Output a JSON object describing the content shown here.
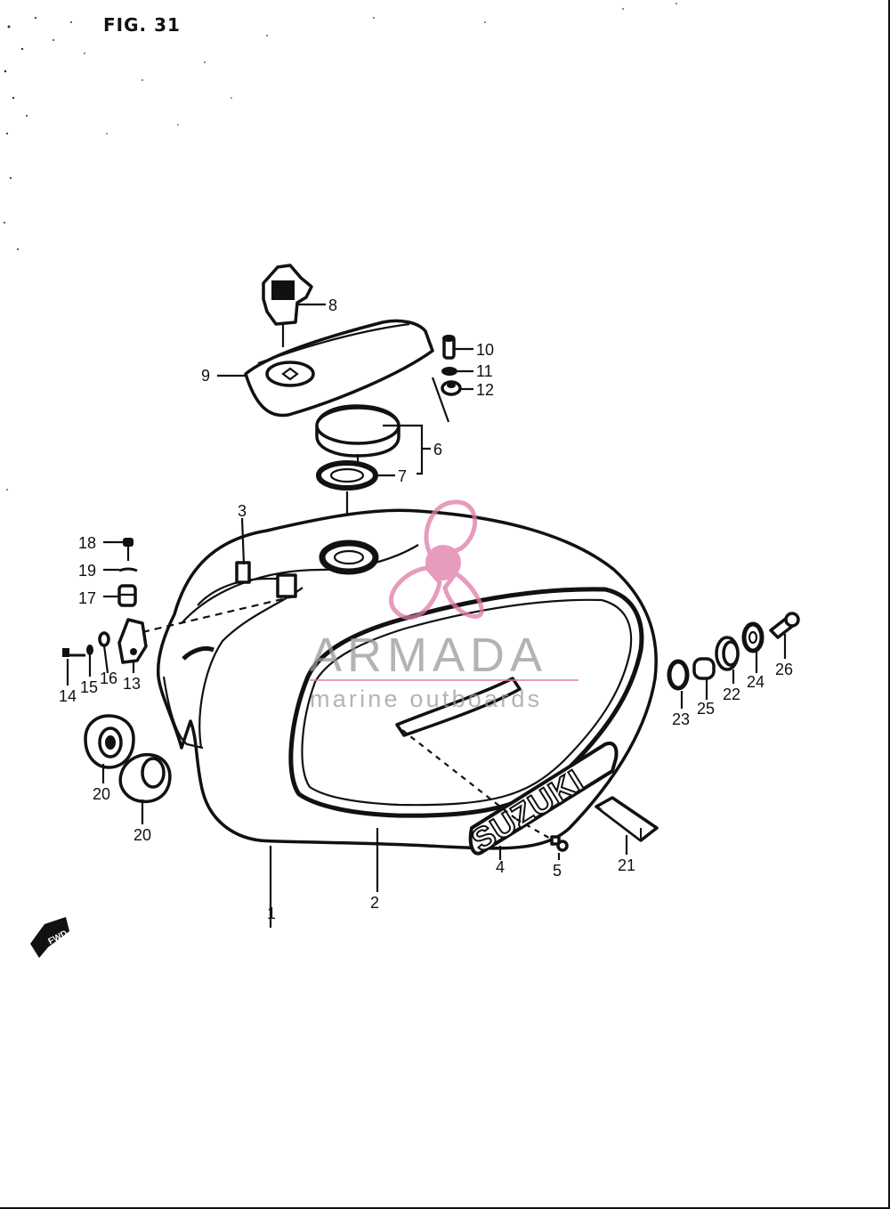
{
  "figure": {
    "title": "FIG. 31"
  },
  "brand_badge": {
    "text": "SUZUKI"
  },
  "front_arrow": {
    "text": "FWD"
  },
  "watermark": {
    "name": "ARMADA",
    "tagline": "marine outboards",
    "color": "#e07aa8"
  },
  "callouts": [
    {
      "id": "c1",
      "text": "1"
    },
    {
      "id": "c2",
      "text": "2"
    },
    {
      "id": "c3",
      "text": "3"
    },
    {
      "id": "c4",
      "text": "4"
    },
    {
      "id": "c5",
      "text": "5"
    },
    {
      "id": "c6",
      "text": "6"
    },
    {
      "id": "c7",
      "text": "7"
    },
    {
      "id": "c8",
      "text": "8"
    },
    {
      "id": "c9",
      "text": "9"
    },
    {
      "id": "c10",
      "text": "10"
    },
    {
      "id": "c11",
      "text": "11"
    },
    {
      "id": "c12",
      "text": "12"
    },
    {
      "id": "c13",
      "text": "13"
    },
    {
      "id": "c14",
      "text": "14"
    },
    {
      "id": "c15",
      "text": "15"
    },
    {
      "id": "c16",
      "text": "16"
    },
    {
      "id": "c17",
      "text": "17"
    },
    {
      "id": "c18",
      "text": "18"
    },
    {
      "id": "c19",
      "text": "19"
    },
    {
      "id": "c20a",
      "text": "20"
    },
    {
      "id": "c20b",
      "text": "20"
    },
    {
      "id": "c21",
      "text": "21"
    },
    {
      "id": "c22",
      "text": "22"
    },
    {
      "id": "c23",
      "text": "23"
    },
    {
      "id": "c24",
      "text": "24"
    },
    {
      "id": "c25",
      "text": "25"
    },
    {
      "id": "c26",
      "text": "26"
    }
  ]
}
